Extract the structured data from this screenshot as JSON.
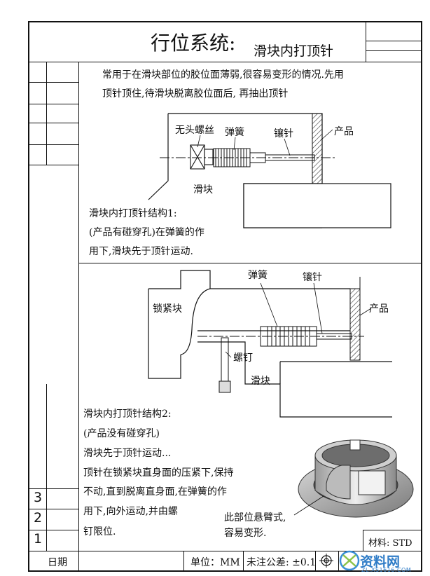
{
  "header": {
    "title": "行位系统:",
    "subtitle": "滑块内打顶针"
  },
  "intro": {
    "line1": "常用于在滑块部位的胶位面薄弱,很容易变形的情况.先用",
    "line2": "顶针顶住,待滑块脱离胶位面后, 再抽出顶针"
  },
  "diagram1": {
    "labels": {
      "screw": "无头螺丝",
      "spring": "弹簧",
      "pin": "镶针",
      "product": "产品",
      "slider": "滑块"
    }
  },
  "structure1": {
    "line1": "滑块内打顶针结构1:",
    "line2": "(产品有碰穿孔)在弹簧的作",
    "line3": "用下,滑块先于顶针运动."
  },
  "diagram2": {
    "labels": {
      "spring": "弹簧",
      "pin": "镶针",
      "lock": "锁紧块",
      "product": "产品",
      "screw": "螺钉",
      "slider": "滑块"
    }
  },
  "structure2": {
    "line1": "滑块内打顶针结构2:",
    "line2": "(产品没有碰穿孔)",
    "line3": "滑块先于顶针运动...",
    "line4": "顶针在锁紧块直身面的压紧下,保持",
    "line5": "不动,直到脱离直身面,在弹簧的作",
    "line6": "用下,向外运动,并由螺",
    "line7": "钉限位."
  },
  "note": {
    "line1": "此部位悬臂式,",
    "line2": "容易变形."
  },
  "rev_numbers": [
    "3",
    "2",
    "1"
  ],
  "footer": {
    "date": "日期",
    "unit": "单位：MM",
    "tolerance": "未注公差: ±0.1",
    "material": "材料: STD"
  },
  "watermark": {
    "brand": "资料网",
    "url": "ZL.XS1616.COM"
  }
}
